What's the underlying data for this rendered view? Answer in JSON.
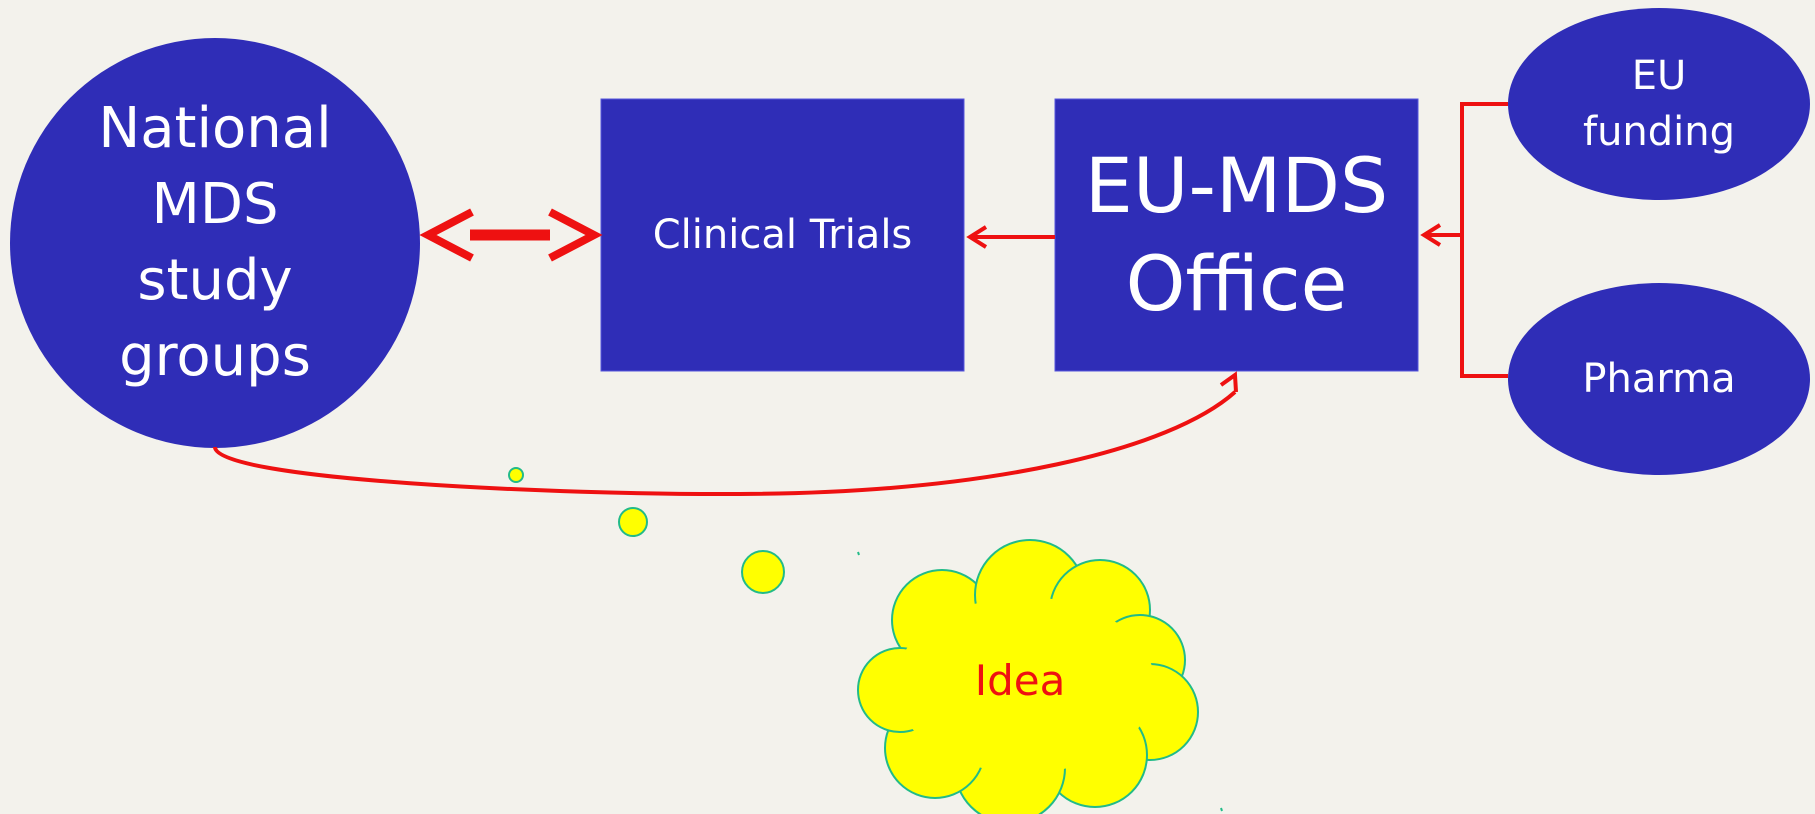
{
  "nodes": {
    "national": "National\nMDS\nstudy\ngroups",
    "clinical": "Clinical Trials",
    "office": "EU-MDS\nOffice",
    "funding": "EU\nfunding",
    "pharma": "Pharma",
    "idea": "Idea"
  },
  "colors": {
    "background": "#f3f2ec",
    "node_fill": "#2f2db7",
    "node_text": "#ffffff",
    "arrow": "#ee1111",
    "cloud_fill": "#ffff00",
    "cloud_outline": "#22bb88",
    "idea_text": "#ee1111"
  }
}
